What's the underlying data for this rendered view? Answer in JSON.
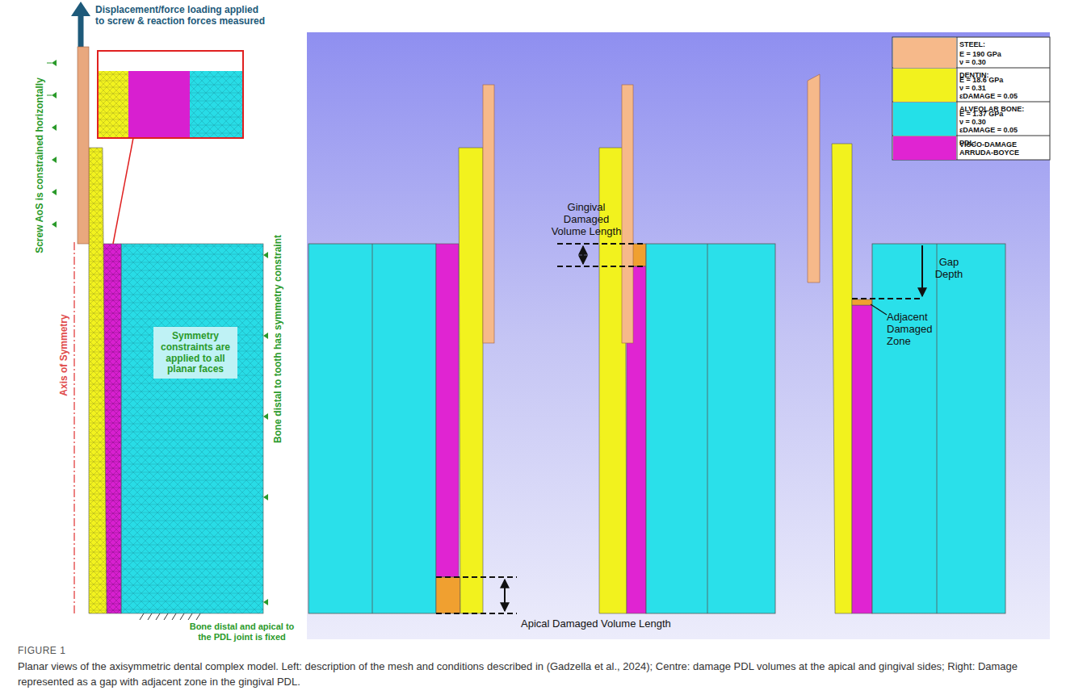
{
  "diagram": {
    "title": "FIGURE 1",
    "caption": "Planar views of the axisymmetric dental complex model. Left: description of the mesh and conditions described in (Gadzella et al., 2024); Centre: damage PDL volumes at the apical and gingival sides; Right: Damage represented as a gap with adjacent zone in the gingival PDL.",
    "labels": [
      "Displacement/force loading applied to screw & reaction forces measured",
      "Screw AoS is constrained horizontally",
      "Axis of Symmetry",
      "Symmetry constraints are applied to all planar faces",
      "Bone distal to tooth has symmetry constraint",
      "Bone distal and apical to the PDL joint is fixed",
      "Gingival Damaged Volume Length",
      "Apical Damaged Volume Length",
      "Gap Depth",
      "Adjacent Damaged Zone",
      "E = 190 GPa",
      "ν = 0.30",
      "E = 18.6 GPa",
      "ν = 0.31",
      "εDAMAGE = 0.05",
      "E = 1.37 GPa",
      "ν = 0.30",
      "εDAMAGE = 0.05",
      "VISCO-DAMAGE ARRUDA-BOYCE"
    ],
    "legend": [
      {
        "text": "STEEL:",
        "color": "#f6b98a"
      },
      {
        "text": "DENTIN:",
        "color": "#f2f21e"
      },
      {
        "text": "ALVEOLAR BONE:",
        "color": "#24e0e8"
      },
      {
        "text": "PDL:",
        "color": "#e024d2"
      }
    ]
  }
}
